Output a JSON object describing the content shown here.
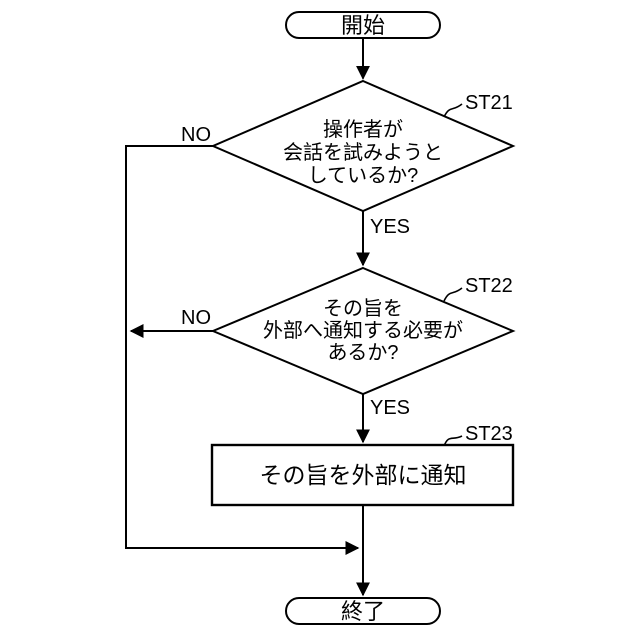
{
  "canvas": {
    "background": "#ffffff",
    "ink": "#000000"
  },
  "flowchart": {
    "start_terminal": {
      "label": "開始"
    },
    "decision_1": {
      "step_id": "ST21",
      "lines": [
        "操作者が",
        "会話を試みようと",
        "しているか?"
      ],
      "yes_label": "YES",
      "no_label": "NO"
    },
    "decision_2": {
      "step_id": "ST22",
      "lines": [
        "その旨を",
        "外部へ通知する必要が",
        "あるか?"
      ],
      "yes_label": "YES",
      "no_label": "NO"
    },
    "process_1": {
      "step_id": "ST23",
      "label": "その旨を外部に通知"
    },
    "end_terminal": {
      "label": "終了"
    }
  }
}
